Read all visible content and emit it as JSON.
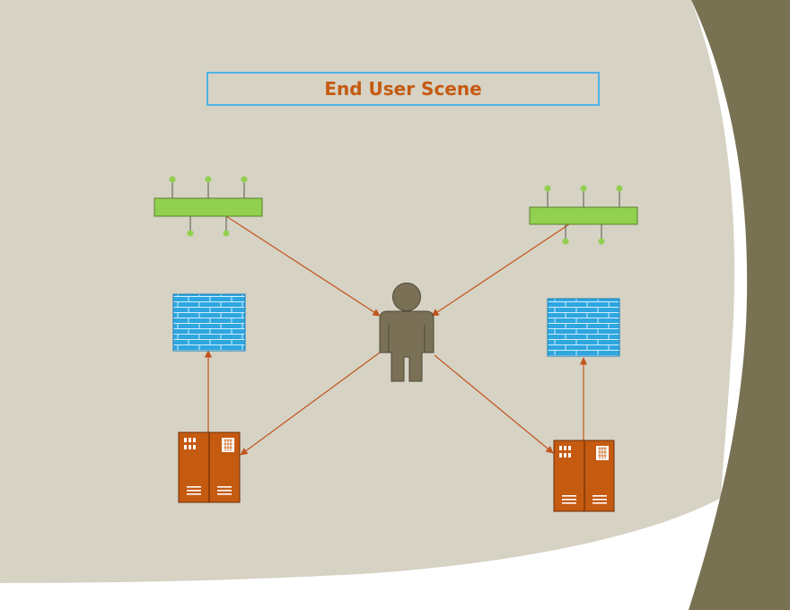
{
  "slide": {
    "title": "End User Scene"
  },
  "colors": {
    "background": "#d6d2c4",
    "accent_right": "#787152",
    "title_text": "#c55a11",
    "title_border": "#4fb3e8",
    "connector": "#c0561e",
    "hub": "#92d050",
    "firewall": "#2ea6e0",
    "server": "#c55a11",
    "user": "#7a7056"
  },
  "diagram": {
    "nodes": [
      {
        "id": "hub-left",
        "kind": "network-hub",
        "icon": "hub-icon"
      },
      {
        "id": "hub-right",
        "kind": "network-hub",
        "icon": "hub-icon"
      },
      {
        "id": "firewall-left",
        "kind": "firewall",
        "icon": "firewall-icon"
      },
      {
        "id": "firewall-right",
        "kind": "firewall",
        "icon": "firewall-icon"
      },
      {
        "id": "end-user",
        "kind": "person",
        "icon": "user-icon"
      },
      {
        "id": "server-left",
        "kind": "server-rack",
        "icon": "server-icon"
      },
      {
        "id": "server-right",
        "kind": "server-rack",
        "icon": "server-icon"
      }
    ],
    "edges": [
      {
        "from": "hub-left",
        "to": "end-user"
      },
      {
        "from": "hub-right",
        "to": "end-user"
      },
      {
        "from": "end-user",
        "to": "server-left"
      },
      {
        "from": "end-user",
        "to": "server-right"
      },
      {
        "from": "server-left",
        "to": "firewall-left"
      },
      {
        "from": "server-right",
        "to": "firewall-right"
      }
    ]
  }
}
